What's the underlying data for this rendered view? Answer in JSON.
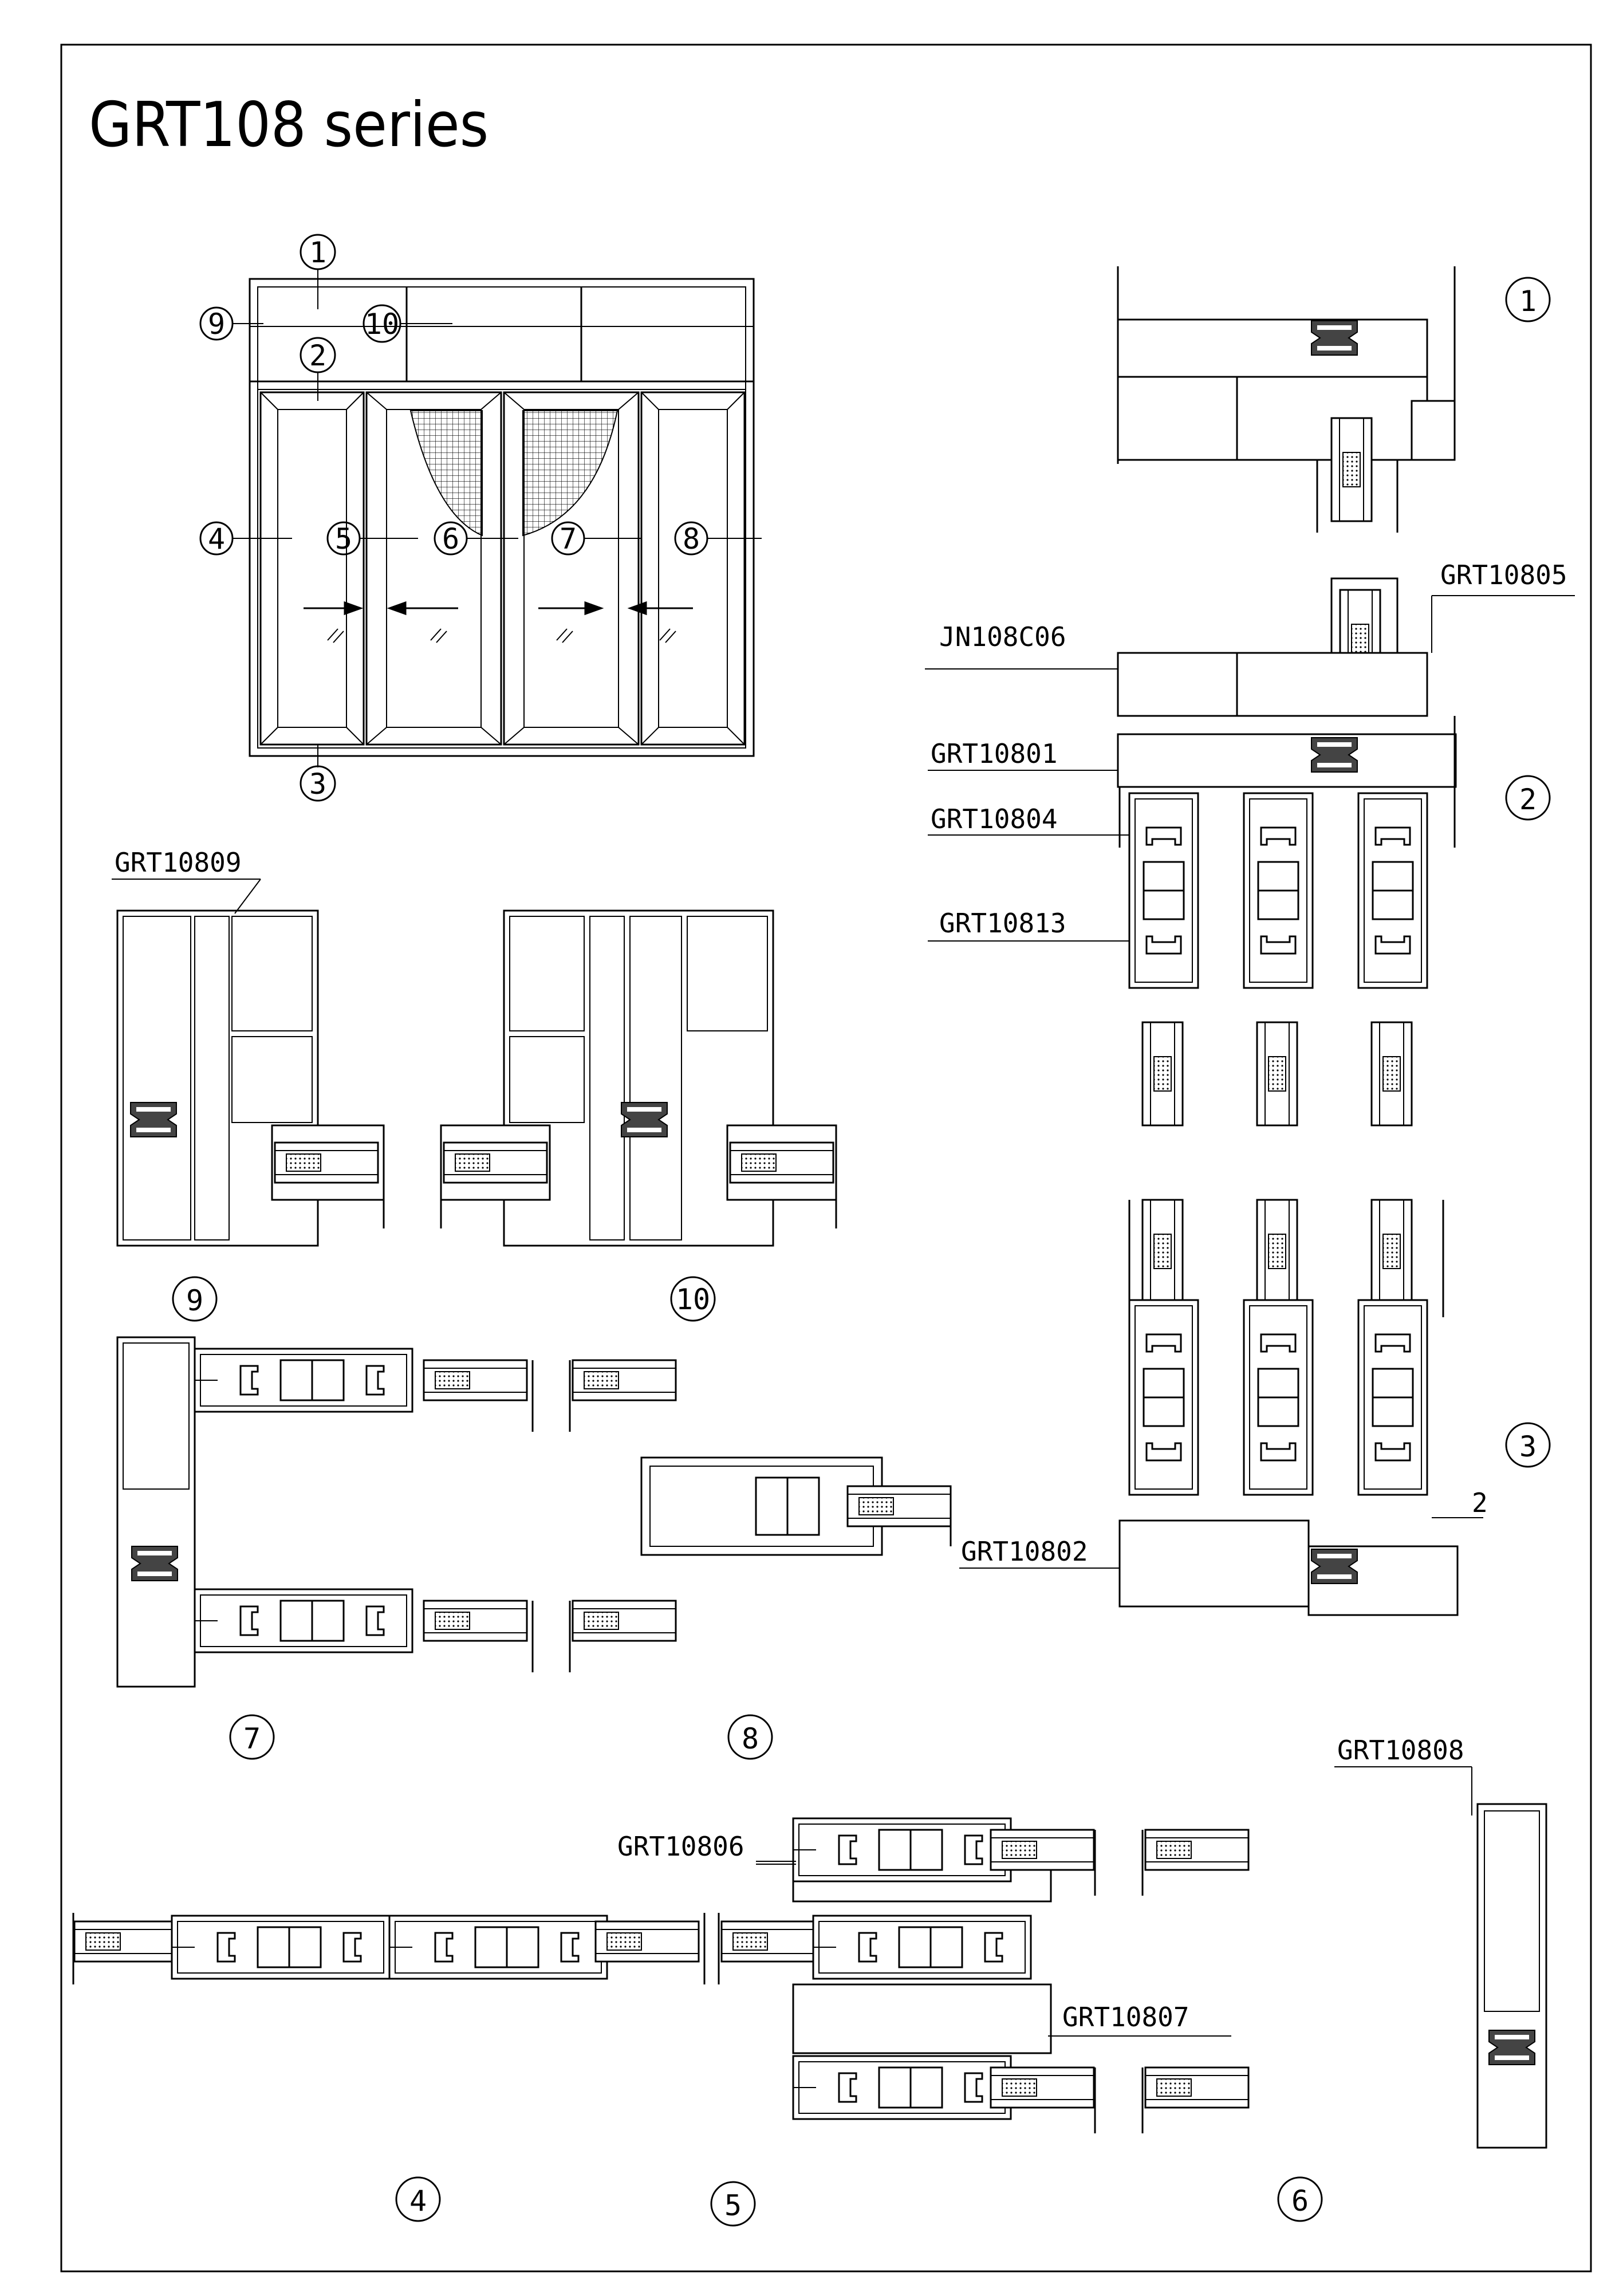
{
  "title": "GRT108 series",
  "elevation": {
    "markers": [
      "1",
      "2",
      "3",
      "4",
      "5",
      "6",
      "7",
      "8",
      "9",
      "10"
    ]
  },
  "section_markers": [
    "1",
    "2",
    "3",
    "4",
    "5",
    "6",
    "7",
    "8",
    "9",
    "10"
  ],
  "part_labels": {
    "grt10805": "GRT10805",
    "jn108c06": "JN108C06",
    "grt10801": "GRT10801",
    "grt10804": "GRT10804",
    "grt10813": "GRT10813",
    "grt10809": "GRT10809",
    "grt10802": "GRT10802",
    "grt10808": "GRT10808",
    "grt10806": "GRT10806",
    "grt10807": "GRT10807"
  },
  "dimension_2": "2",
  "colors": {
    "line": "#000000",
    "background": "#ffffff",
    "glass": "#cfcfcf"
  }
}
